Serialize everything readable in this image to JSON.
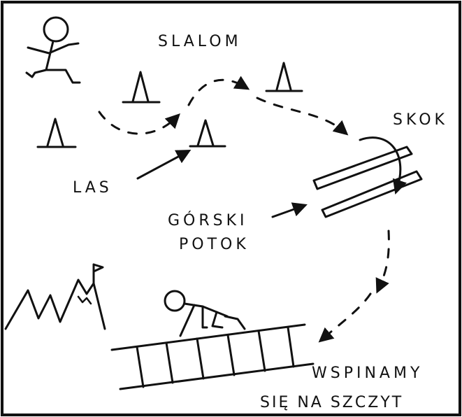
{
  "labels": {
    "slalom": "SLALOM",
    "skok": "SKOK",
    "las": "LAS",
    "gorski_line1": "GÓRSKI",
    "gorski_line2": "POTOK",
    "climb_line1": "WSPINAMY",
    "climb_line2": "SIĘ NA SZCZYT"
  },
  "colors": {
    "ink": "#111111",
    "background": "#ffffff"
  }
}
